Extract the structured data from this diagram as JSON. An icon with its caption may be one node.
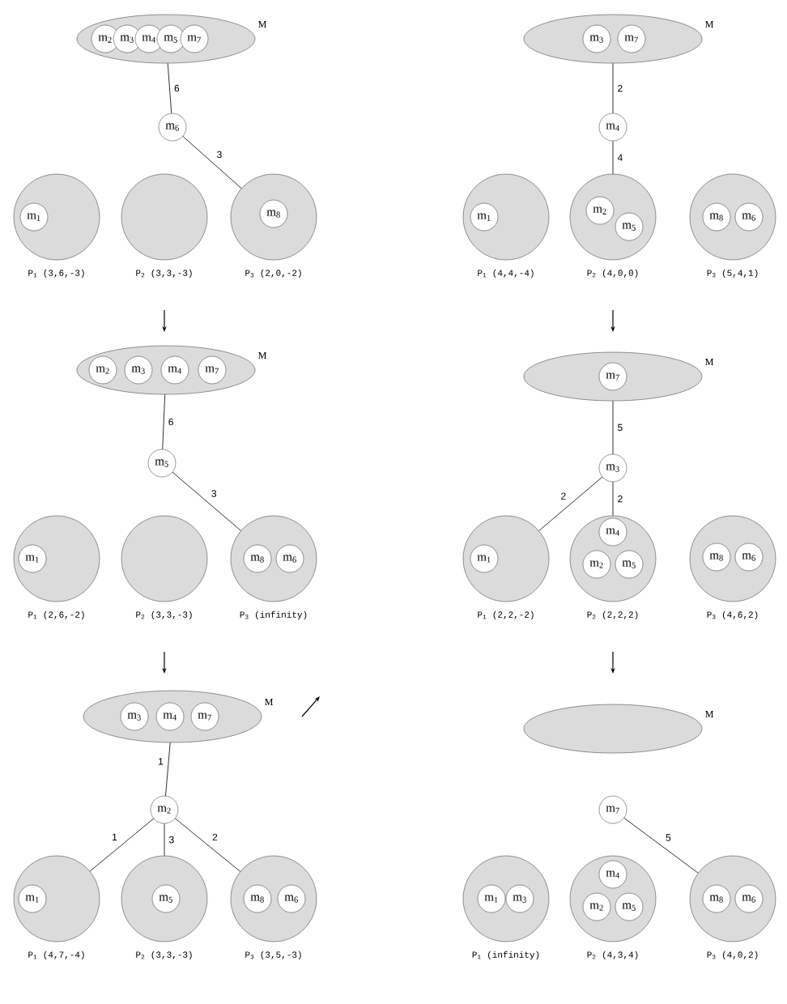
{
  "diagram": {
    "nodes": [
      {
        "text": [],
        "shape": "ellipse",
        "beside": [
          "M"
        ]
      },
      {
        "text": [
          "m$_{2}$"
        ],
        "in": 0
      },
      {
        "text": [
          "m$_{3}$"
        ],
        "in": 0
      },
      {
        "text": [
          "m$_{4}$"
        ],
        "in": 0
      },
      {
        "text": [
          "m$_{5}$"
        ],
        "in": 0
      },
      {
        "text": [
          "m$_{7}$"
        ],
        "in": 0
      },
      {
        "text": [
          "m$_{6}$"
        ]
      },
      {
        "text": [],
        "shape": "circle",
        "beside": [
          "P$_{1}$ (3,6,-3)"
        ]
      },
      {
        "text": [
          "m$_{1}$"
        ],
        "in": 7
      },
      {
        "text": [],
        "shape": "circle",
        "beside": [
          "P$_{2}$ (3,3,-3)"
        ]
      },
      {
        "text": [],
        "shape": "circle",
        "beside": [
          "P$_{3}$ (2,0,-2)"
        ]
      },
      {
        "text": [
          "m$_{8}$"
        ],
        "in": 10
      },
      {
        "text": [],
        "shape": "ellipse",
        "beside": [
          "M"
        ]
      },
      {
        "text": [
          "m$_{2}$"
        ],
        "in": 12
      },
      {
        "text": [
          "m$_{3}$"
        ],
        "in": 12
      },
      {
        "text": [
          "m$_{4}$"
        ],
        "in": 12
      },
      {
        "text": [
          "m$_{7}$"
        ],
        "in": 12
      },
      {
        "text": [
          "m$_{5}$"
        ]
      },
      {
        "text": [],
        "shape": "circle",
        "beside": [
          "P$_{1}$ (2,6,-2)"
        ]
      },
      {
        "text": [
          "m$_{1}$"
        ],
        "in": 18
      },
      {
        "text": [],
        "shape": "circle",
        "beside": [
          "P$_{2}$ (3,3,-3)"
        ]
      },
      {
        "text": [],
        "shape": "circle",
        "beside": [
          "P$_{3}$ (infinity)"
        ]
      },
      {
        "text": [
          "m$_{8}$"
        ],
        "in": 21
      },
      {
        "text": [
          "m$_{6}$"
        ],
        "in": 21
      },
      {
        "text": [],
        "shape": "ellipse",
        "beside": [
          "M"
        ]
      },
      {
        "text": [
          "m$_{3}$"
        ],
        "in": 24
      },
      {
        "text": [
          "m$_{4}$"
        ],
        "in": 24
      },
      {
        "text": [
          "m$_{7}$"
        ],
        "in": 24
      },
      {
        "text": [
          "m$_{2}$"
        ]
      },
      {
        "text": [],
        "shape": "circle",
        "beside": [
          "P$_{1}$ (4,7,-4)"
        ]
      },
      {
        "text": [
          "m$_{1}$"
        ],
        "in": 29
      },
      {
        "text": [],
        "shape": "circle",
        "beside": [
          "P$_{2}$ (3,3,-3)"
        ]
      },
      {
        "text": [
          "m$_{5}$"
        ],
        "in": 31
      },
      {
        "text": [],
        "shape": "circle",
        "beside": [
          "P$_{3}$ (3,5,-3)"
        ]
      },
      {
        "text": [
          "m$_{8}$"
        ],
        "in": 33
      },
      {
        "text": [
          "m$_{6}$"
        ],
        "in": 33
      },
      {
        "text": [],
        "shape": "ellipse",
        "beside": [
          "M"
        ]
      },
      {
        "text": [
          "m$_{3}$"
        ],
        "in": 36
      },
      {
        "text": [
          "m$_{7}$"
        ],
        "in": 36
      },
      {
        "text": [
          "m$_{4}$"
        ]
      },
      {
        "text": [],
        "shape": "circle",
        "beside": [
          "P$_{1}$ (4,4,-4)"
        ]
      },
      {
        "text": [
          "m$_{1}$"
        ],
        "in": 40
      },
      {
        "text": [],
        "shape": "circle",
        "beside": [
          "P$_{2}$ (4,0,0)"
        ]
      },
      {
        "text": [
          "m$_{2}$"
        ],
        "in": 42
      },
      {
        "text": [
          "m$_{5}$"
        ],
        "in": 42
      },
      {
        "text": [],
        "shape": "circle",
        "beside": [
          "P$_{3}$ (5,4,1)"
        ]
      },
      {
        "text": [
          "m$_{8}$"
        ],
        "in": 45
      },
      {
        "text": [
          "m$_{6}$"
        ],
        "in": 45
      },
      {
        "text": [],
        "shape": "ellipse",
        "beside": [
          "M"
        ]
      },
      {
        "text": [
          "m$_{7}$"
        ],
        "in": 48
      },
      {
        "text": [
          "m$_{3}$"
        ]
      },
      {
        "text": [],
        "shape": "circle",
        "beside": [
          "P$_{1}$ (2,2,-2)"
        ]
      },
      {
        "text": [
          "m$_{1}$"
        ],
        "in": 51
      },
      {
        "text": [],
        "shape": "circle",
        "beside": [
          "P$_{2}$ (2,2,2)"
        ]
      },
      {
        "text": [
          "m$_{4}$"
        ],
        "in": 53
      },
      {
        "text": [
          "m$_{2}$"
        ],
        "in": 53
      },
      {
        "text": [
          "m$_{5}$"
        ],
        "in": 53
      },
      {
        "text": [],
        "shape": "circle",
        "beside": [
          "P$_{3}$ (4,6,2)"
        ]
      },
      {
        "text": [
          "m$_{8}$"
        ],
        "in": 57
      },
      {
        "text": [
          "m$_{6}$"
        ],
        "in": 57
      },
      {
        "text": [],
        "shape": "ellipse",
        "beside": [
          "M"
        ]
      },
      {
        "text": [
          "m$_{7}$"
        ]
      },
      {
        "text": [],
        "shape": "circle",
        "beside": [
          "P$_{1}$ (infinity)"
        ]
      },
      {
        "text": [
          "m$_{1}$"
        ],
        "in": 62
      },
      {
        "text": [
          "m$_{3}$"
        ],
        "in": 62
      },
      {
        "text": [],
        "shape": "circle",
        "beside": [
          "P$_{2}$ (4,3,4)"
        ]
      },
      {
        "text": [
          "m$_{4}$"
        ],
        "in": 65
      },
      {
        "text": [
          "m$_{2}$"
        ],
        "in": 65
      },
      {
        "text": [
          "m$_{5}$"
        ],
        "in": 65
      },
      {
        "text": [],
        "shape": "circle",
        "beside": [
          "P$_{3}$ (4,0,2)"
        ]
      },
      {
        "text": [
          "m$_{8}$"
        ],
        "in": 69
      },
      {
        "text": [
          "m$_{6}$"
        ],
        "in": 69
      }
    ],
    "edges": [
      {
        "from": 0,
        "to": 6,
        "arrow": "none",
        "label": "6"
      },
      {
        "from": 6,
        "to": 10,
        "arrow": "none",
        "label": "3"
      },
      {
        "from": 12,
        "to": 17,
        "arrow": "none",
        "label": "6"
      },
      {
        "from": 17,
        "to": 21,
        "arrow": "none",
        "label": "3"
      },
      {
        "from": 24,
        "to": 28,
        "arrow": "none",
        "label": "1"
      },
      {
        "from": 28,
        "to": 29,
        "arrow": "none",
        "label": "1"
      },
      {
        "from": 28,
        "to": 31,
        "arrow": "none",
        "label": "3"
      },
      {
        "from": 28,
        "to": 33,
        "arrow": "none",
        "label": "2"
      },
      {
        "from": 36,
        "to": 39,
        "arrow": "none",
        "label": "2"
      },
      {
        "from": 39,
        "to": 42,
        "arrow": "none",
        "label": "4"
      },
      {
        "from": 48,
        "to": 50,
        "arrow": "none",
        "label": "5"
      },
      {
        "from": 50,
        "to": 51,
        "arrow": "none",
        "label": "2"
      },
      {
        "from": 50,
        "to": 53,
        "arrow": "none",
        "label": "2"
      },
      {
        "from": 61,
        "to": 69,
        "arrow": "none",
        "label": "5"
      }
    ]
  }
}
